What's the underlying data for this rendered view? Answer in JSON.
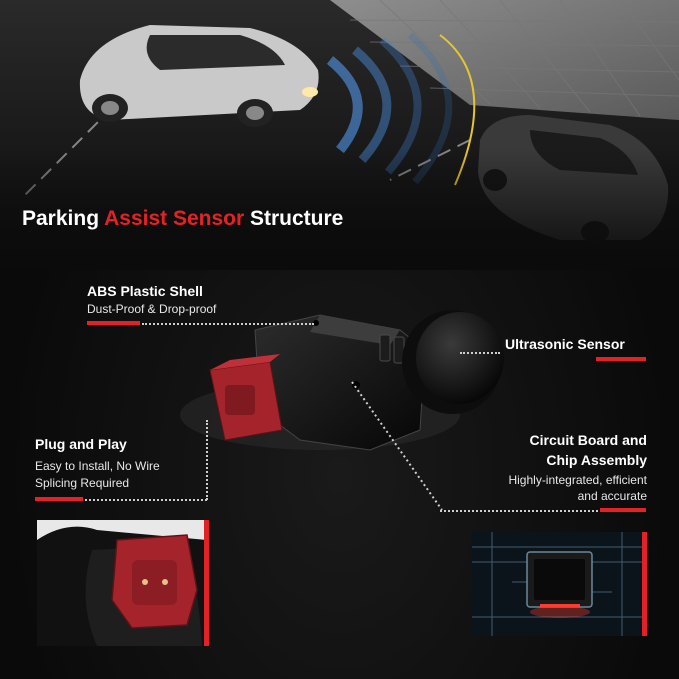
{
  "title": {
    "part1": "Parking ",
    "accent": "Assist Sensor",
    "part2": " Structure"
  },
  "features": {
    "shell": {
      "label": "ABS Plastic Shell",
      "desc": "Dust-Proof & Drop-proof"
    },
    "ultrasonic": {
      "label": "Ultrasonic Sensor"
    },
    "plug": {
      "label": "Plug and Play",
      "desc1": "Easy to Install, No Wire",
      "desc2": "Splicing Required"
    },
    "circuit": {
      "label1": "Circuit Board and",
      "label2": "Chip Assembly",
      "desc1": "Highly-integrated, efficient",
      "desc2": "and accurate"
    }
  },
  "colors": {
    "accent": "#e32227",
    "background": "#0b0b0b",
    "connector": "#a5242b"
  }
}
